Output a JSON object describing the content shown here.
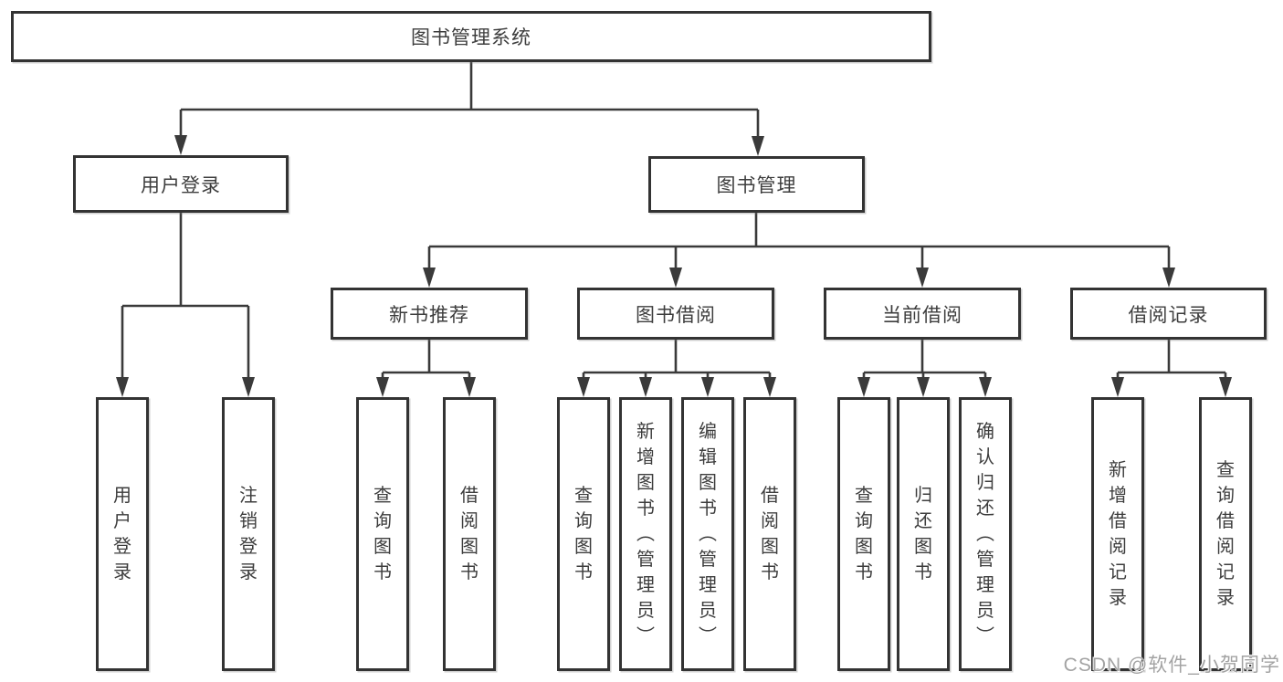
{
  "diagram": {
    "root": {
      "label": "图书管理系统"
    },
    "level2": [
      "用户登录",
      "图书管理"
    ],
    "level3": [
      "新书推荐",
      "图书借阅",
      "当前借阅",
      "借阅记录"
    ],
    "leaves": {
      "login": [
        "用户登录",
        "注销登录"
      ],
      "newbook": [
        "查询图书",
        "借阅图书"
      ],
      "borrow": [
        "查询图书",
        "新增图书（管理员）",
        "编辑图书（管理员）",
        "借阅图书"
      ],
      "current": [
        "查询图书",
        "归还图书",
        "确认归还（管理员）"
      ],
      "records": [
        "新增借阅记录",
        "查询借阅记录"
      ]
    }
  },
  "watermark": "CSDN @软件_小贺同学",
  "colors": {
    "line": "#3a3a3a",
    "border": "#333333",
    "text": "#3d3d3d",
    "watermark": "#a3a3a3",
    "background": "#ffffff"
  }
}
